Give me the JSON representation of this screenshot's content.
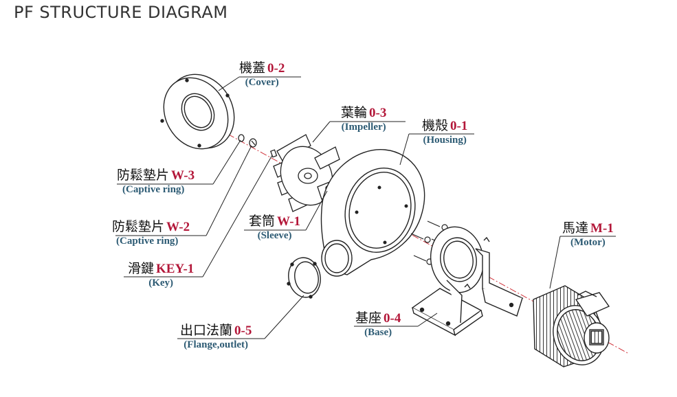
{
  "page": {
    "title": "PF STRUCTURE DIAGRAM"
  },
  "colors": {
    "code": "#b31739",
    "english": "#2c5a73",
    "chinese": "#111111",
    "axis": "#d0323a",
    "line": "#222222"
  },
  "parts": {
    "cover": {
      "zh": "機蓋",
      "code": "0-2",
      "en": "(Cover)"
    },
    "impeller": {
      "zh": "葉輪",
      "code": "0-3",
      "en": "(Impeller)"
    },
    "housing": {
      "zh": "機殼",
      "code": "0-1",
      "en": "(Housing)"
    },
    "captive_ring_3": {
      "zh": "防鬆墊片",
      "code": "W-3",
      "en": "(Captive ring)"
    },
    "captive_ring_2": {
      "zh": "防鬆墊片",
      "code": "W-2",
      "en": "(Captive ring)"
    },
    "sleeve": {
      "zh": "套筒",
      "code": "W-1",
      "en": "(Sleeve)"
    },
    "key": {
      "zh": "滑鍵",
      "code": "KEY-1",
      "en": "(Key)"
    },
    "flange": {
      "zh": "出口法蘭",
      "code": "0-5",
      "en": "(Flange,outlet)"
    },
    "base": {
      "zh": "基座",
      "code": "0-4",
      "en": "(Base)"
    },
    "motor": {
      "zh": "馬達",
      "code": "M-1",
      "en": "(Motor)"
    }
  }
}
